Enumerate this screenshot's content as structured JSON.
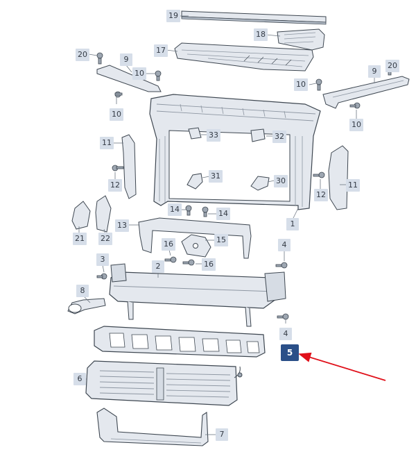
{
  "callouts": {
    "c19": "19",
    "c18": "18",
    "c17": "17",
    "c20a": "20",
    "c9a": "9",
    "c10a": "10",
    "c10b": "10",
    "c9b": "9",
    "c20b": "20",
    "c10c": "10",
    "c10d": "10",
    "c33": "33",
    "c32": "32",
    "c11a": "11",
    "c12a": "12",
    "c31": "31",
    "c30": "30",
    "c12b": "12",
    "c11b": "11",
    "c14a": "14",
    "c14b": "14",
    "c1": "1",
    "c13": "13",
    "c21": "21",
    "c22": "22",
    "c15": "15",
    "c16a": "16",
    "c16b": "16",
    "c4a": "4",
    "c3": "3",
    "c2": "2",
    "c8": "8",
    "c4b": "4",
    "c5": "5",
    "c6": "6",
    "c7": "7"
  },
  "colors": {
    "part_fill": "#e4e8ee",
    "part_dark": "#b9c2cd",
    "line": "#3d4650",
    "leader": "#6d7782",
    "label_bg": "#d6dee9",
    "highlight_bg": "#2a4f88",
    "arrow": "#e0101a"
  }
}
